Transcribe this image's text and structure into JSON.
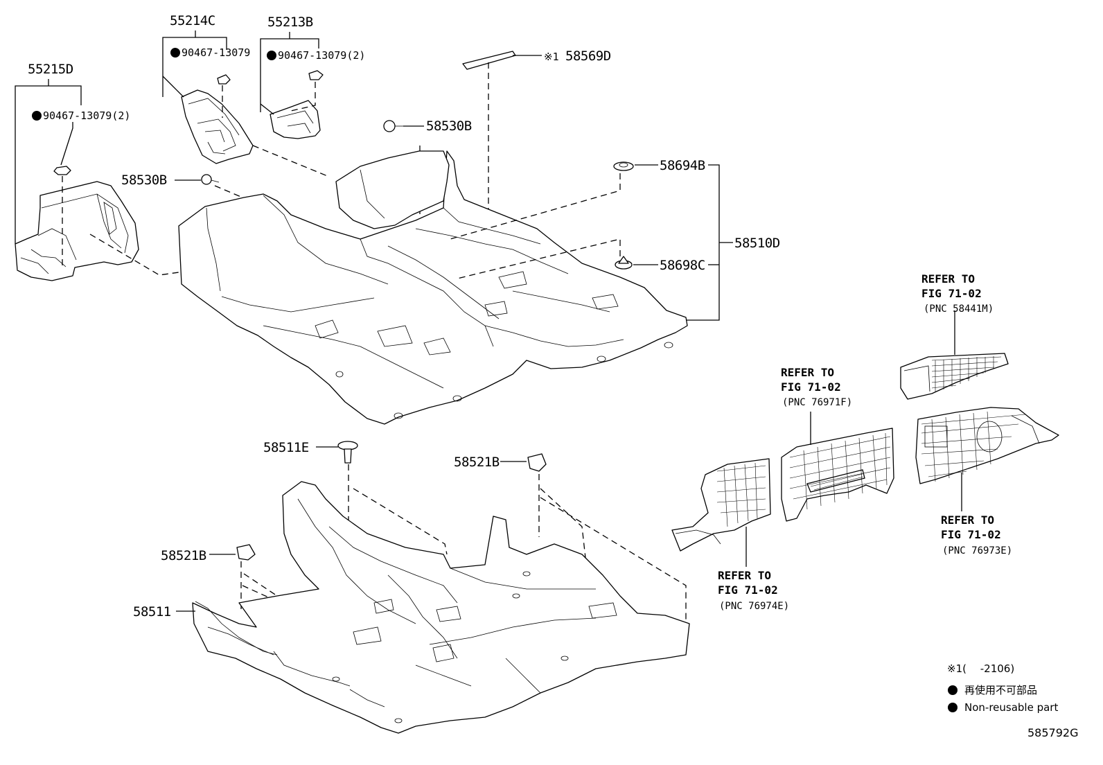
{
  "diagram": {
    "labels": {
      "p55215D": "55215D",
      "p55214C": "55214C",
      "p55213B": "55213B",
      "c1": "90467-13079(2)",
      "c2": "90467-13079",
      "c3": "90467-13079(2)",
      "p58569D": "58569D",
      "p58569D_mark": "※1",
      "p58530B_a": "58530B",
      "p58530B_b": "58530B",
      "p58694B": "58694B",
      "p58698C": "58698C",
      "p58510D": "58510D",
      "p58511E": "58511E",
      "p58521B_a": "58521B",
      "p58521B_b": "58521B",
      "p58511": "58511"
    },
    "references": [
      {
        "line1": "REFER TO",
        "line2": "FIG 71-02",
        "pnc": "(PNC 58441M)"
      },
      {
        "line1": "REFER TO",
        "line2": "FIG 71-02",
        "pnc": "(PNC 76971F)"
      },
      {
        "line1": "REFER TO",
        "line2": "FIG 71-02",
        "pnc": "(PNC 76973E)"
      },
      {
        "line1": "REFER TO",
        "line2": "FIG 71-02",
        "pnc": "(PNC 76974E)"
      }
    ],
    "legend": {
      "note": "※1(　 -2106)",
      "jp": "再使用不可部品",
      "en": "Non-reusable part"
    },
    "figure_code": "585792G"
  }
}
